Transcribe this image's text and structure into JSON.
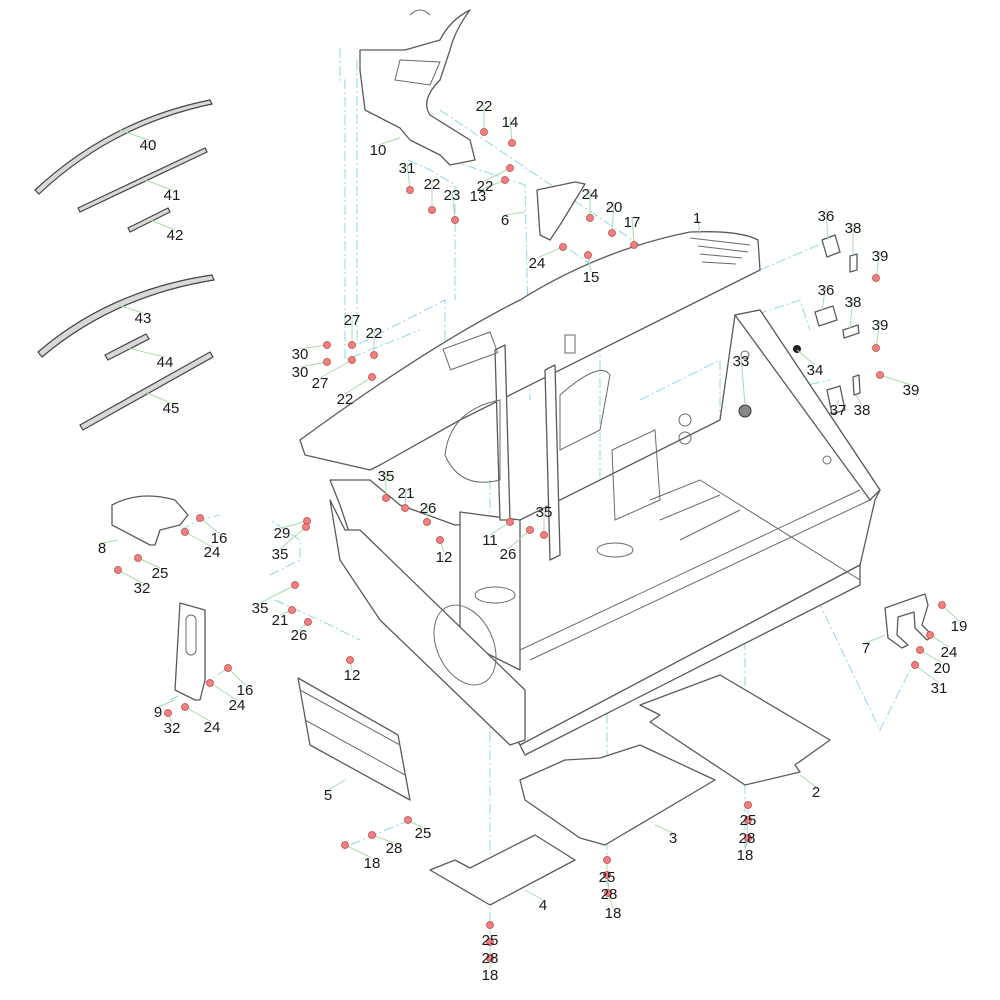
{
  "diagram": {
    "type": "exploded-parts-view",
    "colors": {
      "part_outline": "#5a5a5a",
      "fastener": "#f08080",
      "assembly_axis": "#8ed8e6",
      "leader_line": "#a8dca8",
      "label_text": "#1a1a1a"
    },
    "parts": [
      {
        "id": "1",
        "name": "main-body-frame"
      },
      {
        "id": "2",
        "name": "floor-plate-right"
      },
      {
        "id": "3",
        "name": "floor-plate-center"
      },
      {
        "id": "4",
        "name": "floor-plate-left"
      },
      {
        "id": "5",
        "name": "front-cover-panel"
      },
      {
        "id": "6",
        "name": "triangular-bracket"
      },
      {
        "id": "7",
        "name": "u-bracket"
      },
      {
        "id": "8",
        "name": "curved-cover-bracket"
      },
      {
        "id": "9",
        "name": "slotted-plate-bracket"
      },
      {
        "id": "10",
        "name": "top-mount-bracket"
      },
      {
        "id": "33",
        "name": "grommet"
      },
      {
        "id": "34",
        "name": "plug"
      },
      {
        "id": "36",
        "name": "clamp-block"
      },
      {
        "id": "37",
        "name": "clamp-block-lower"
      },
      {
        "id": "38",
        "name": "clamp-plate"
      },
      {
        "id": "40",
        "name": "curved-strip-upper"
      },
      {
        "id": "41",
        "name": "straight-strip-long"
      },
      {
        "id": "42",
        "name": "straight-strip-short"
      },
      {
        "id": "43",
        "name": "curved-strip-lower"
      },
      {
        "id": "44",
        "name": "straight-strip-small"
      },
      {
        "id": "45",
        "name": "straight-strip-lower"
      }
    ],
    "callouts": [
      {
        "label": "1"
      },
      {
        "label": "2"
      },
      {
        "label": "3"
      },
      {
        "label": "4"
      },
      {
        "label": "5"
      },
      {
        "label": "6"
      },
      {
        "label": "7"
      },
      {
        "label": "8"
      },
      {
        "label": "9"
      },
      {
        "label": "10"
      },
      {
        "label": "11"
      },
      {
        "label": "12"
      },
      {
        "label": "12"
      },
      {
        "label": "13"
      },
      {
        "label": "14"
      },
      {
        "label": "15"
      },
      {
        "label": "16"
      },
      {
        "label": "16"
      },
      {
        "label": "17"
      },
      {
        "label": "18"
      },
      {
        "label": "18"
      },
      {
        "label": "18"
      },
      {
        "label": "18"
      },
      {
        "label": "19"
      },
      {
        "label": "20"
      },
      {
        "label": "20"
      },
      {
        "label": "21"
      },
      {
        "label": "21"
      },
      {
        "label": "22"
      },
      {
        "label": "22"
      },
      {
        "label": "22"
      },
      {
        "label": "22"
      },
      {
        "label": "22"
      },
      {
        "label": "23"
      },
      {
        "label": "24"
      },
      {
        "label": "24"
      },
      {
        "label": "24"
      },
      {
        "label": "24"
      },
      {
        "label": "24"
      },
      {
        "label": "24"
      },
      {
        "label": "25"
      },
      {
        "label": "25"
      },
      {
        "label": "25"
      },
      {
        "label": "25"
      },
      {
        "label": "25"
      },
      {
        "label": "26"
      },
      {
        "label": "26"
      },
      {
        "label": "26"
      },
      {
        "label": "27"
      },
      {
        "label": "27"
      },
      {
        "label": "28"
      },
      {
        "label": "28"
      },
      {
        "label": "28"
      },
      {
        "label": "28"
      },
      {
        "label": "29"
      },
      {
        "label": "30"
      },
      {
        "label": "30"
      },
      {
        "label": "31"
      },
      {
        "label": "31"
      },
      {
        "label": "32"
      },
      {
        "label": "32"
      },
      {
        "label": "33"
      },
      {
        "label": "34"
      },
      {
        "label": "35"
      },
      {
        "label": "35"
      },
      {
        "label": "35"
      },
      {
        "label": "35"
      },
      {
        "label": "36"
      },
      {
        "label": "36"
      },
      {
        "label": "37"
      },
      {
        "label": "38"
      },
      {
        "label": "38"
      },
      {
        "label": "38"
      },
      {
        "label": "39"
      },
      {
        "label": "39"
      },
      {
        "label": "39"
      },
      {
        "label": "40"
      },
      {
        "label": "41"
      },
      {
        "label": "42"
      },
      {
        "label": "43"
      },
      {
        "label": "44"
      },
      {
        "label": "45"
      }
    ]
  }
}
